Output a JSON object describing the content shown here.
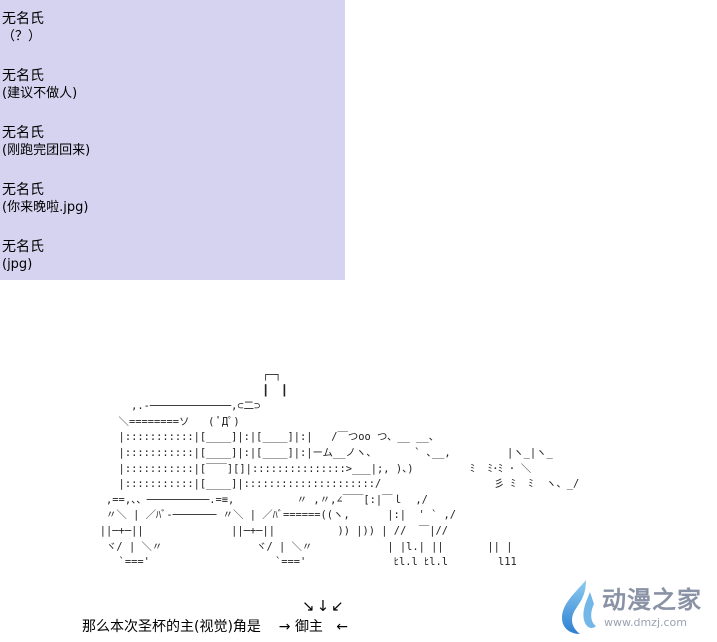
{
  "names_panel": {
    "entries": [
      {
        "name": "无名氏",
        "note": "（？）"
      },
      {
        "name": "无名氏",
        "note": "(建议不做人)"
      },
      {
        "name": "无名氏",
        "note": "(刚跑完团回来)"
      },
      {
        "name": "无名氏",
        "note": "(你来晚啦.jpg)"
      },
      {
        "name": "无名氏",
        "note": "(jpg)"
      }
    ]
  },
  "ascii_art": "                                 ┌─┐\n                                 ┃  ┃\n            ,.-─────────────,⊂二⊃\n          ＼========ソ   ( ﾟДﾟ)\n          |:::::::::::|[____]|:|[____]|:|   /￣つoo つ、__ __、\n          |:::::::::::|[____]|:|[____]|:|ーム__ノヽ、      ` ､__,         |ヽ_|ヽ_\n          |:::::::::::|[￣￣][]|:::::::::::::::>___|;, )、)         ﾐ  ﾐ･ﾐ ･ ＼\n          |:::::::::::|[____]|:::::::::::::::::::::/                  彡 ﾐ  ﾐ  ヽ、_/\n        ,==,、、──────────.=≡,          〃 ,〃,∠￣￣[:|￣ｌ  ,/\n        〃＼ | ／ﾊﾞ-─────── 〃＼ | ／ﾊﾞ======((ヽ,      |:|  ' ` ,/\n       ||─+─||              ||─+─||          )) |)) | //  ￣|//\n        ヾ/ | ＼〃               ヾ/ | ＼〃            | |l.| ||       || |\n          `==='                    `==='              ﾋl.l ﾋl.l        l11",
  "caption": {
    "arrows": "↘↓↙",
    "text": "那么本次圣杯的主(视觉)角是",
    "arrow_right": "→",
    "highlight": "御主",
    "arrow_left": "←"
  },
  "logo": {
    "title": "动漫之家",
    "url": "www.dmzj.com",
    "mark_color_top": "#6fb7e9",
    "mark_color_bottom": "#2c7fd1"
  },
  "colors": {
    "panel_background": "#d6d3f0"
  }
}
